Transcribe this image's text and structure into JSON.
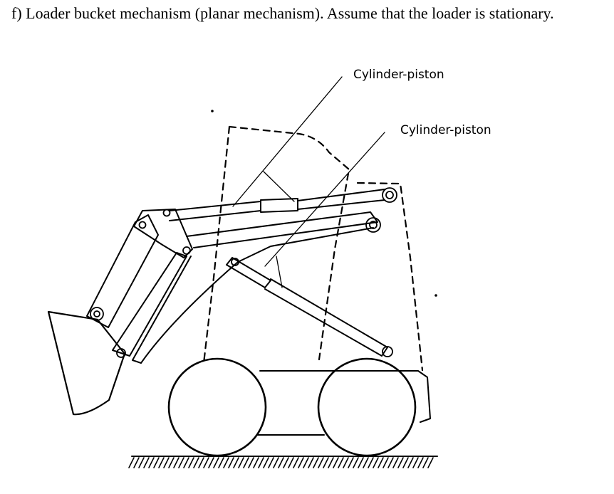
{
  "heading": "f) Loader bucket mechanism (planar mechanism). Assume that the loader is stationary.",
  "labels": {
    "cylinder_upper": "Cylinder-piston",
    "cylinder_lower": "Cylinder-piston"
  },
  "colors": {
    "ink": "#000000",
    "background": "#ffffff"
  }
}
